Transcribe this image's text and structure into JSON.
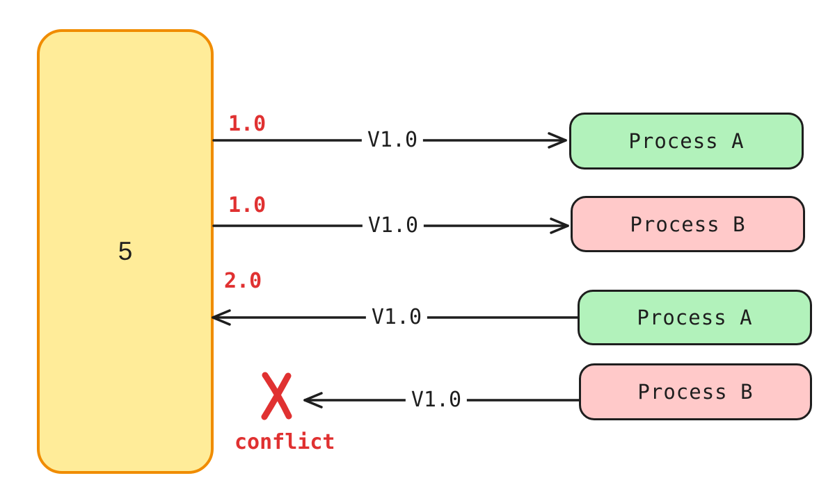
{
  "diagram": {
    "store": {
      "label": "5"
    },
    "rows": [
      {
        "process": "Process A",
        "version": "1.0",
        "edge_label": "V1.0",
        "direction": "store-to-process",
        "fill": "#b2f2bb"
      },
      {
        "process": "Process B",
        "version": "1.0",
        "edge_label": "V1.0",
        "direction": "store-to-process",
        "fill": "#ffc9c9"
      },
      {
        "process": "Process A",
        "version": "2.0",
        "edge_label": "V1.0",
        "direction": "process-to-store",
        "fill": "#b2f2bb"
      },
      {
        "process": "Process B",
        "edge_label": "V1.0",
        "direction": "process-to-store-blocked",
        "conflict": true,
        "fill": "#ffc9c9"
      }
    ],
    "conflict_label": "conflict",
    "colors": {
      "store_fill": "#ffec99",
      "store_stroke": "#f08c00",
      "process_green": "#b2f2bb",
      "process_pink": "#ffc9c9",
      "line": "#1e1e1e",
      "alert_red": "#e03131",
      "background": "#ffffff"
    }
  }
}
